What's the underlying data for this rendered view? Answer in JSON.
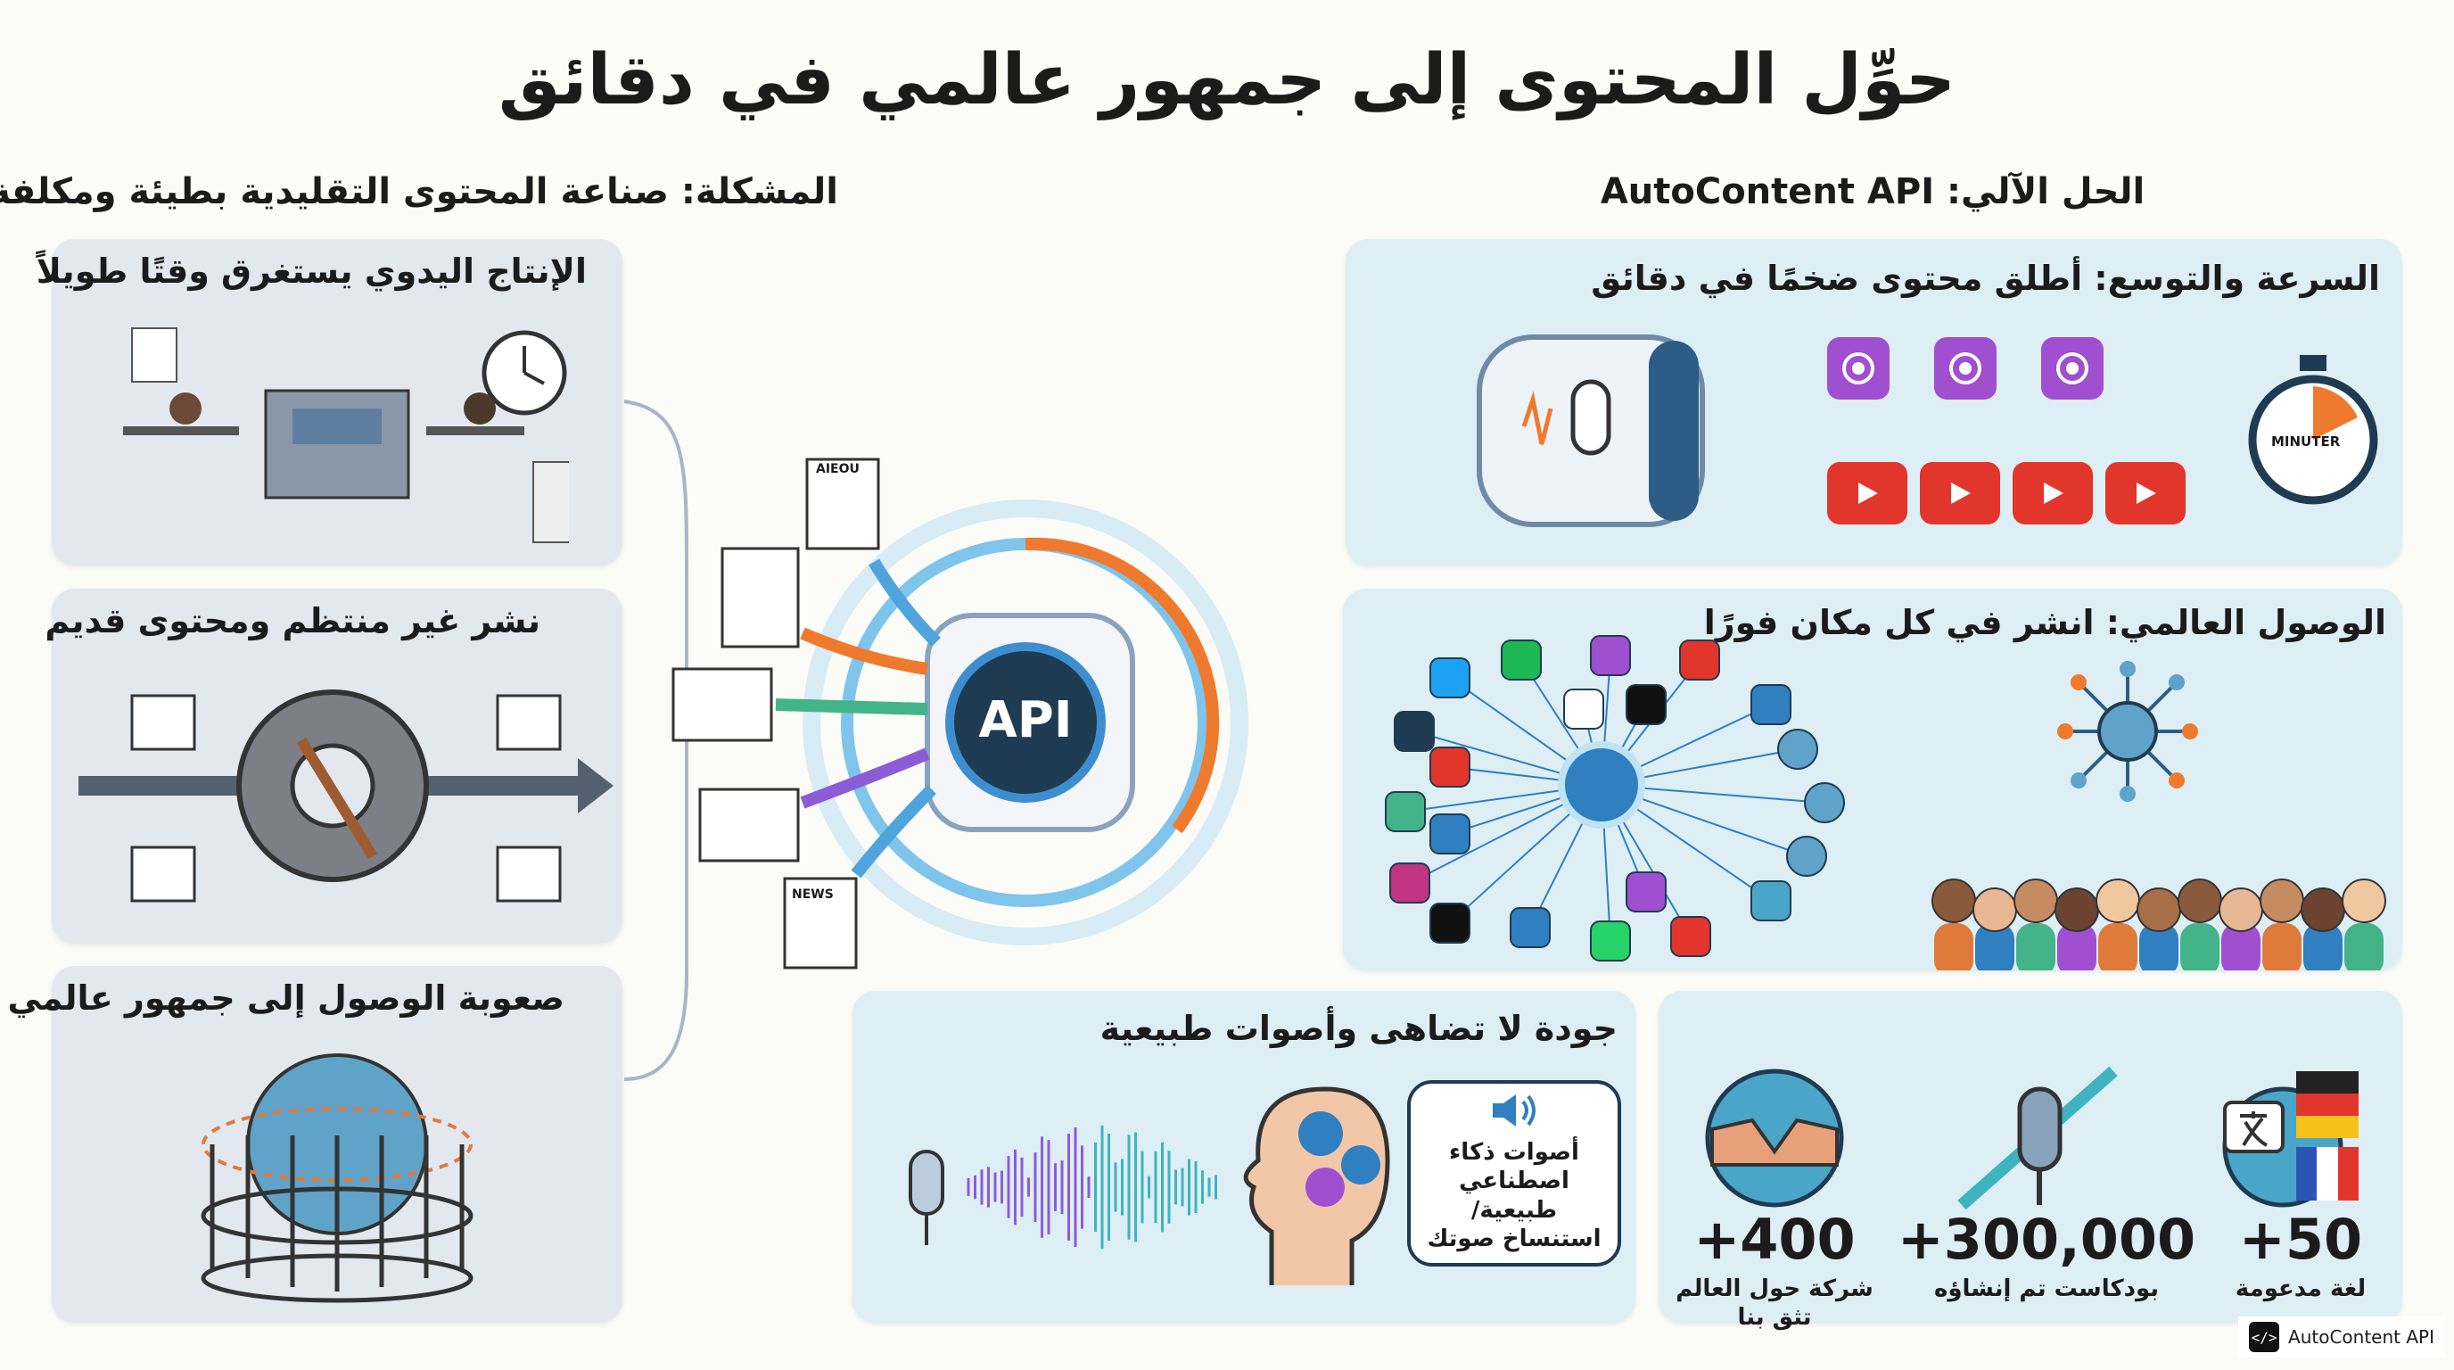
{
  "title": "حوِّل المحتوى إلى جمهور عالمي في دقائق",
  "problem": {
    "heading": "المشكلة: صناعة المحتوى التقليدية بطيئة ومكلفة",
    "cards": [
      {
        "title": "الإنتاج اليدوي يستغرق وقتًا طويلاً",
        "icon": "manual-production-illustration"
      },
      {
        "title": "نشر غير منتظم ومحتوى قديم",
        "icon": "broken-gear-illustration"
      },
      {
        "title": "صعوبة الوصول إلى جمهور عالمي",
        "icon": "caged-globe-illustration"
      }
    ]
  },
  "center": {
    "api_label": "API",
    "doc_labels": [
      "AIEOU",
      "NEWS"
    ]
  },
  "solution": {
    "heading": "الحل الآلي: AutoContent API",
    "speed": {
      "title": "السرعة والتوسع: أطلق محتوى ضخمًا في دقائق",
      "stopwatch_label": "MINUTER"
    },
    "reach": {
      "title": "الوصول العالمي: انشر في كل مكان فورًا"
    },
    "quality": {
      "title": "جودة لا تضاهى وأصوات طبيعية",
      "bubble_text": [
        "أصوات ذكاء",
        "اصطناعي طبيعية/",
        "استنساخ صوتك"
      ]
    },
    "stats": [
      {
        "value": "+50",
        "label": "لغة مدعومة",
        "icon": "languages-globe-icon"
      },
      {
        "value": "+300,000",
        "label": "بودكاست تم إنشاؤه",
        "icon": "microphone-growth-icon"
      },
      {
        "value": "+400",
        "label": "شركة حول العالم تثق بنا",
        "icon": "handshake-globe-icon"
      }
    ]
  },
  "badge": {
    "label": "AutoContent API",
    "logo": "</>"
  },
  "colors": {
    "accent": "#2f7fc1",
    "orange": "#ef7a2e",
    "purple": "#a04fd0",
    "red": "#e2352b",
    "navy": "#1f3b52"
  }
}
